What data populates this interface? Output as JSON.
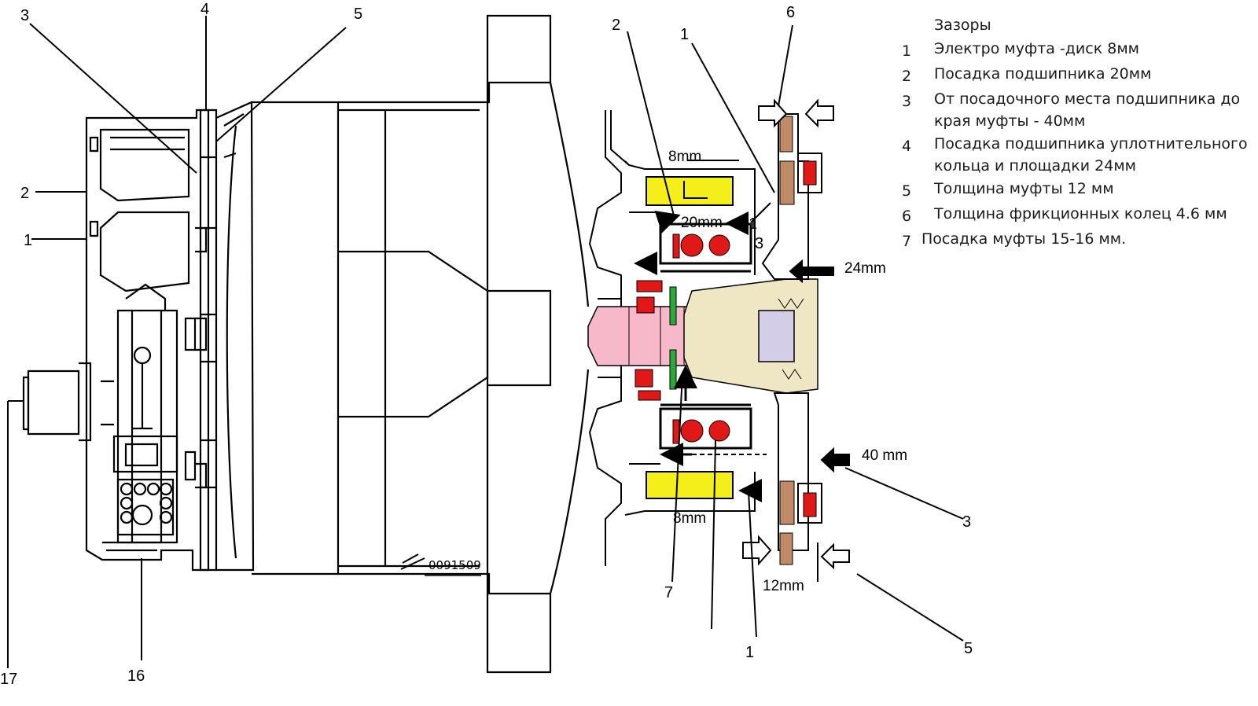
{
  "left_callouts": [
    "1",
    "2",
    "3",
    "4",
    "5",
    "16",
    "17"
  ],
  "stamp": "0091509",
  "right_callouts": [
    "1",
    "1",
    "1",
    "2",
    "3",
    "3",
    "5",
    "6",
    "7"
  ],
  "dimensions": [
    "8mm",
    "20mm",
    "24mm",
    "40 mm",
    "8mm",
    "12mm"
  ],
  "legend": {
    "title": "Зазоры",
    "items": [
      {
        "num": "1",
        "text": "Электро муфта -диск 8мм"
      },
      {
        "num": "2",
        "text": "Посадка подшипника 20мм"
      },
      {
        "num": "3",
        "text": "От посадочного места подшипника до края муфты - 40мм"
      },
      {
        "num": "4",
        "text": "Посадка подшипника уплотнительного кольца и площадки 24мм"
      },
      {
        "num": "5",
        "text": "Толщина муфты 12 мм"
      },
      {
        "num": "6",
        "text": "Толщина фрикционных колец 4.6 мм"
      },
      {
        "num": "7",
        "text": "Посадка муфты 15-16 мм."
      }
    ]
  },
  "colors": {
    "shaft": "#f7b9c9",
    "coil": "#f4ee1a",
    "hub": "#efe6c4",
    "nut": "#d4cde8",
    "friction": "#c08a66",
    "spring": "#e01818",
    "blue_insert": "#2a7fd4",
    "seal": "#2aa83a"
  }
}
